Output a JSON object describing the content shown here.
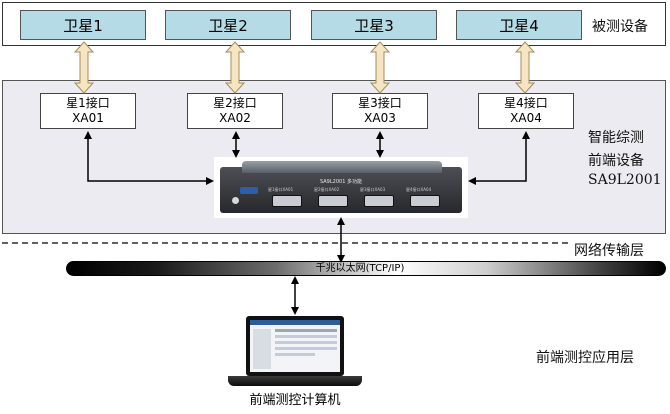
{
  "tiers": {
    "dut_label": "被测设备",
    "frontend_label_line1": "智能综测",
    "frontend_label_line2": "前端设备",
    "frontend_label_line3": "SA9L2001",
    "network_label": "网络传输层",
    "control_label": "前端测控应用层"
  },
  "satellites": [
    "卫星1",
    "卫星2",
    "卫星3",
    "卫星4"
  ],
  "ports": [
    {
      "name": "星1接口",
      "code": "XA01"
    },
    {
      "name": "星2接口",
      "code": "XA02"
    },
    {
      "name": "星3接口",
      "code": "XA03"
    },
    {
      "name": "星4接口",
      "code": "XA04"
    }
  ],
  "device": {
    "model_text": "SA9L2001 多功能",
    "port_labels": [
      "星1接口XA01",
      "星2接口XA02",
      "星3接口XA03",
      "星4接口XA04"
    ]
  },
  "network": {
    "bus_label": "千兆以太网(TCP/IP)"
  },
  "computer": {
    "caption": "前端测控计算机"
  },
  "colors": {
    "satellite_fill": "#b4dbe6",
    "frontend_tier_fill": "#ecebf2",
    "link_arrow_fill": "#f6e5c2",
    "link_arrow_stroke": "#a48c5c"
  }
}
